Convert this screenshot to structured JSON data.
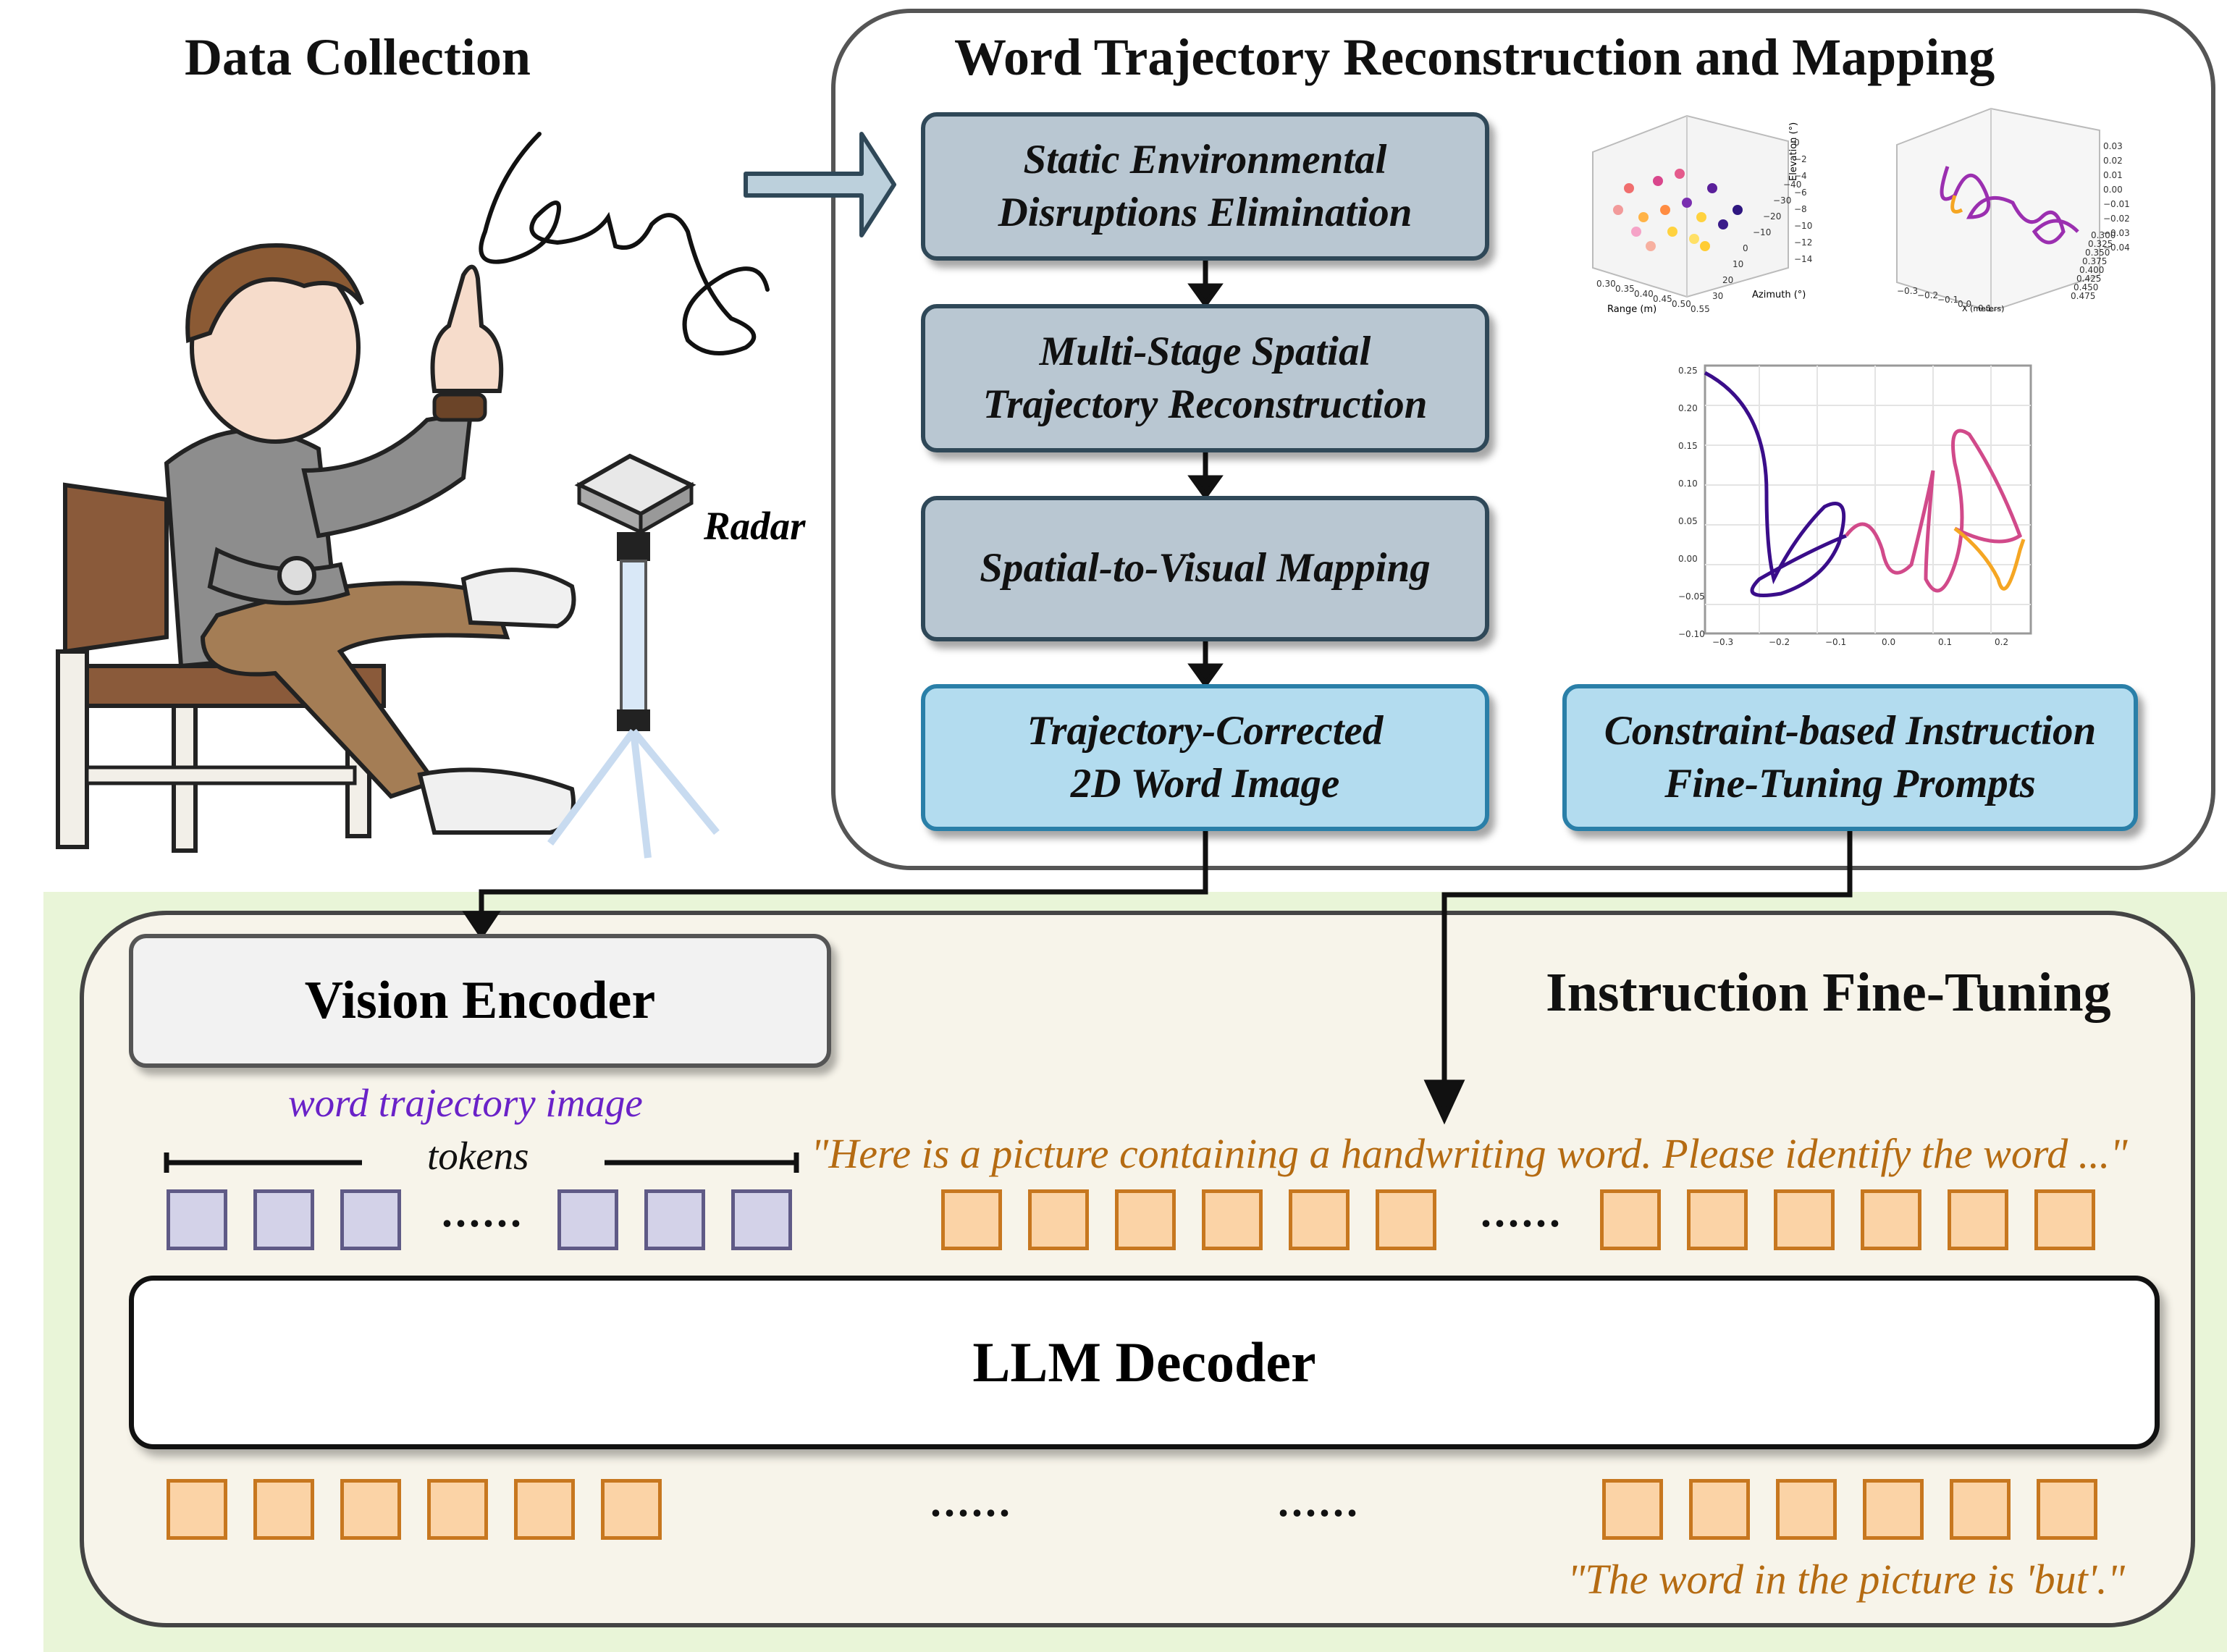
{
  "data_collection": {
    "title": "Data Collection",
    "handwriting_word": "but",
    "radar_label": "Radar"
  },
  "reconstruction": {
    "title": "Word Trajectory Reconstruction and Mapping",
    "steps": [
      {
        "line1": "Static Environmental",
        "line2": "Disruptions Elimination"
      },
      {
        "line1": "Multi-Stage Spatial",
        "line2": "Trajectory Reconstruction"
      },
      {
        "line1": "Spatial-to-Visual Mapping",
        "line2": ""
      }
    ],
    "output_image": {
      "line1": "Trajectory-Corrected",
      "line2": "2D Word Image"
    },
    "output_prompts": {
      "line1": "Constraint-based Instruction",
      "line2": "Fine-Tuning Prompts"
    },
    "plot1": {
      "zlabel": "Elevation (°)",
      "xlabel": "Range (m)",
      "ylabel": "Azimuth (°)",
      "zticks": [
        "0",
        "−2",
        "−4",
        "−6",
        "−8",
        "−10",
        "−12",
        "−14"
      ],
      "xticks": [
        "0.30",
        "0.35",
        "0.40",
        "0.45",
        "0.50",
        "0.55"
      ],
      "yticks": [
        "30",
        "20",
        "10",
        "0",
        "−10",
        "−20",
        "−30",
        "−40"
      ]
    },
    "plot2": {
      "xlabel": "X (meters)",
      "zticks": [
        "0.03",
        "0.02",
        "0.01",
        "0.00",
        "−0.01",
        "−0.02",
        "−0.03",
        "−0.04"
      ],
      "xticks": [
        "−0.3",
        "−0.2",
        "−0.1",
        "0.0",
        "0.1"
      ],
      "yticks": [
        "0.475",
        "0.450",
        "0.425",
        "0.400",
        "0.375",
        "0.350",
        "0.325",
        "0.300"
      ]
    },
    "plot3": {
      "yticks": [
        "0.25",
        "0.20",
        "0.15",
        "0.10",
        "0.05",
        "0.00",
        "−0.05",
        "−0.10"
      ],
      "xticks": [
        "−0.3",
        "−0.2",
        "−0.1",
        "0.0",
        "0.1",
        "0.2"
      ]
    }
  },
  "finetune": {
    "title": "Instruction Fine-Tuning",
    "vision_encoder": "Vision Encoder",
    "image_tokens_label": "word trajectory image",
    "tokens_label": "tokens",
    "ellipsis": "......",
    "prompt_text": "\"Here is a picture containing a handwriting word. Please identify the word ...\"",
    "decoder": "LLM Decoder",
    "answer_text": "\"The word in the picture is 'but'.\""
  },
  "colors": {
    "step_fill": "#b9c7d2",
    "output_fill": "#b3dcef",
    "finetune_bg": "#e9f5d8",
    "image_token": "#d3d2e8",
    "text_token": "#fbd3a6",
    "prompt_text": "#b56b12",
    "image_label": "#6a22c8"
  }
}
